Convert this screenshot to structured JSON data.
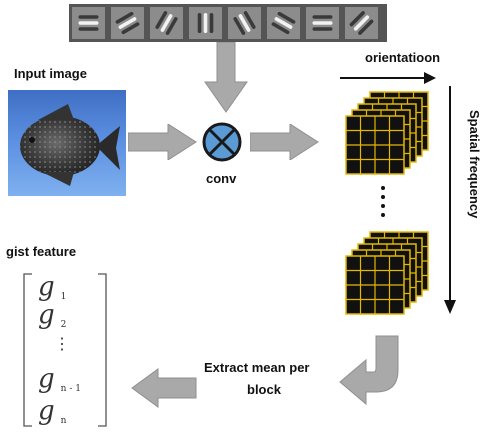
{
  "labels": {
    "input_image": "Input image",
    "conv": "conv",
    "orientation": "orientatioon",
    "spatial_frequency": "Spatial frequency",
    "gist_feature": "gist feature",
    "extract_mean_line1": "Extract mean per",
    "extract_mean_line2": "block"
  },
  "gabor_filter_count": 8,
  "gist_vector": [
    {
      "symbol": "g",
      "index": "1"
    },
    {
      "symbol": "g",
      "index": "2"
    },
    {
      "symbol": "⋮",
      "index": ""
    },
    {
      "symbol": "g",
      "index": "n - 1"
    },
    {
      "symbol": "g",
      "index": "n"
    }
  ],
  "colors": {
    "arrow": "#a9a9a9",
    "conv_circle": "#5b9bd5",
    "feature_map_grid": "#e5b800",
    "feature_map_bg": "#111111"
  },
  "icons": [
    "gabor-filter-bank",
    "fish-image",
    "convolution-operator-icon",
    "feature-map-stack-icon",
    "arrow-icon"
  ]
}
